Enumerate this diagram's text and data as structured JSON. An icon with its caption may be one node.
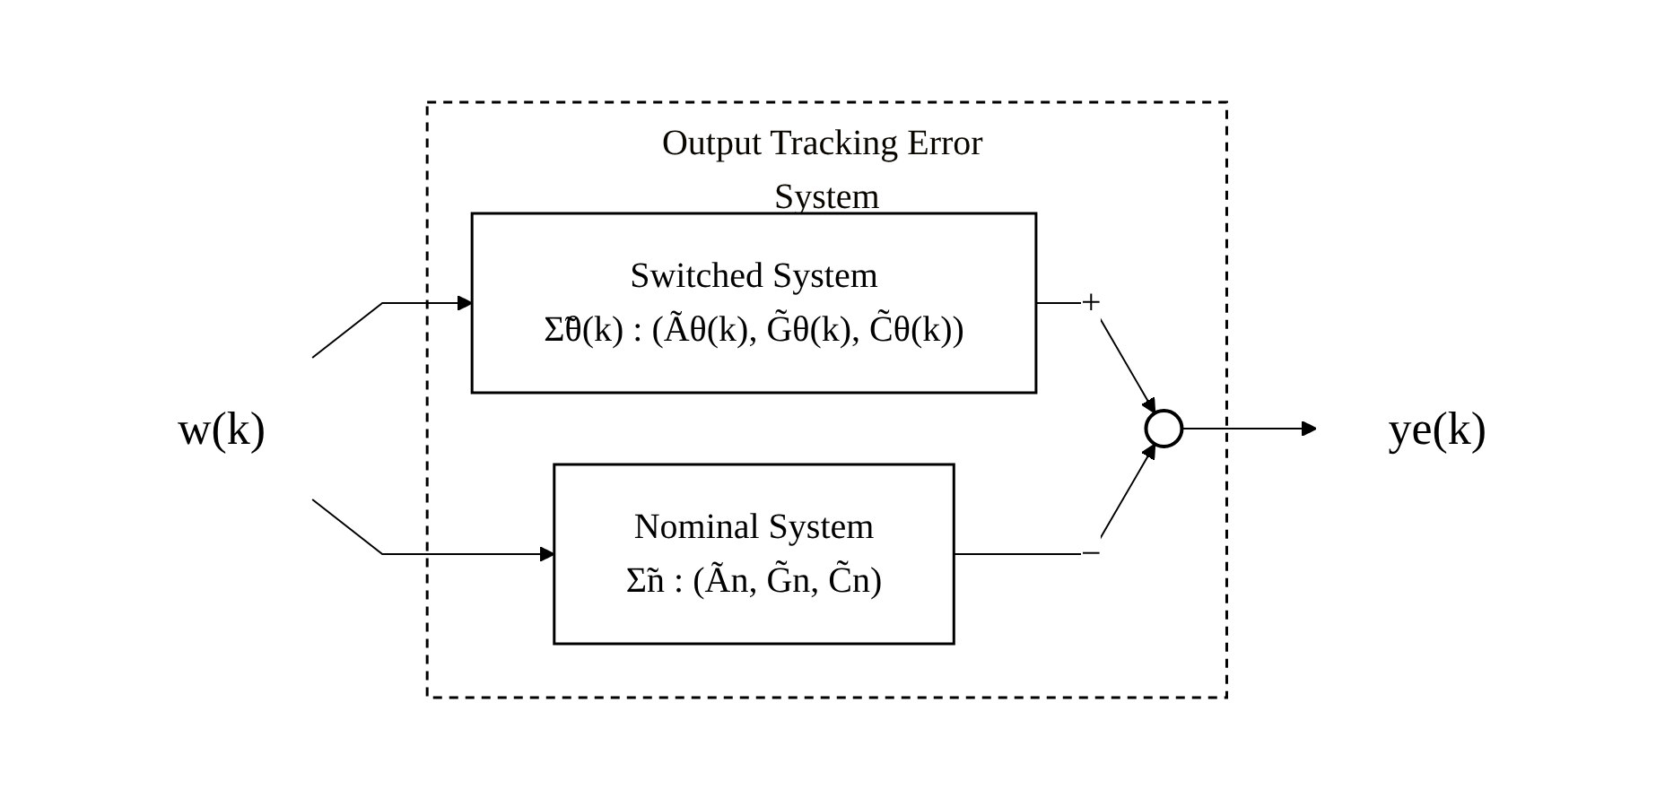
{
  "diagram": {
    "nodes": [
      {
        "text": [
          "Output Tracking Error System"
        ]
      },
      {
        "text": [
          "w(k)"
        ]
      },
      {
        "text": [
          "Switched System",
          "Σ̃θ(k) : (Ãθ(k), G̃θ(k), C̃θ(k))"
        ],
        "in": 0
      },
      {
        "text": [
          "Nominal System",
          "Σ̃n : (Ãn, G̃n, C̃n)"
        ],
        "in": 0
      },
      {
        "text": [],
        "shape": "circle",
        "in": 0
      },
      {
        "text": [
          "ye(k)"
        ]
      }
    ],
    "edges": [
      {
        "from": 1,
        "to": 2,
        "arrow": "to"
      },
      {
        "from": 1,
        "to": 3,
        "arrow": "to"
      },
      {
        "from": 2,
        "to": 4,
        "label": "+",
        "arrow": "to"
      },
      {
        "from": 3,
        "to": 4,
        "label": "−",
        "arrow": "to"
      },
      {
        "from": 4,
        "to": 5,
        "arrow": "to"
      }
    ]
  }
}
